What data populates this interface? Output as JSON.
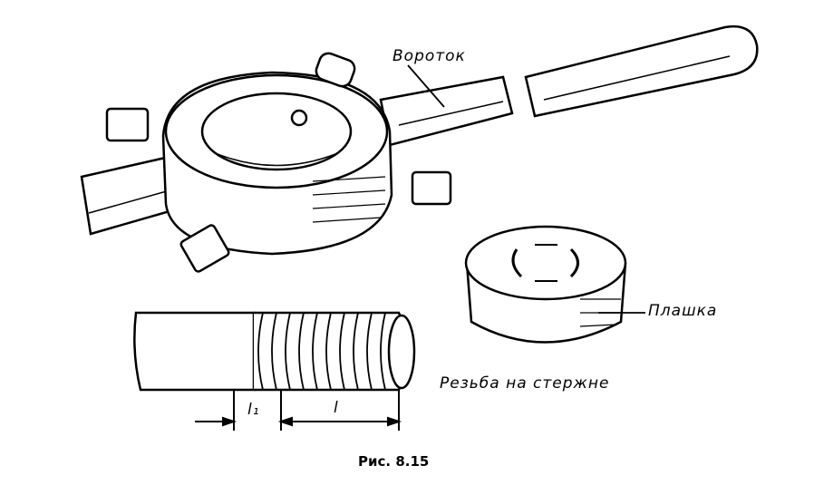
{
  "labels": {
    "wrench": "Вороток",
    "die": "Плашка",
    "thread": "Резьба на стержне",
    "dim_l1": "l₁",
    "dim_l": "l"
  },
  "caption": "Рис. 8.15"
}
